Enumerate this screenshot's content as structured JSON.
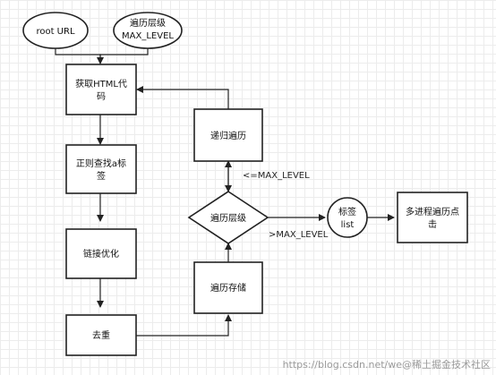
{
  "nodes": {
    "root_url": "root URL",
    "max_level": [
      "遍历层级",
      "MAX_LEVEL"
    ],
    "fetch_html": [
      "获取HTML代",
      "码"
    ],
    "regex_find": [
      "正则查找a标",
      "签"
    ],
    "link_opt": "链接优化",
    "dedup": "去重",
    "recursive": "递归遍历",
    "decision": "遍历层级",
    "store": "遍历存储",
    "tag_list": [
      "标签",
      "list"
    ],
    "multi_click": [
      "多进程遍历点",
      "击"
    ]
  },
  "edges": {
    "le_max": "<=MAX_LEVEL",
    "gt_max": ">MAX_LEVEL"
  },
  "watermark": "https://blog.csdn.net/we@稀土掘金技术社区"
}
